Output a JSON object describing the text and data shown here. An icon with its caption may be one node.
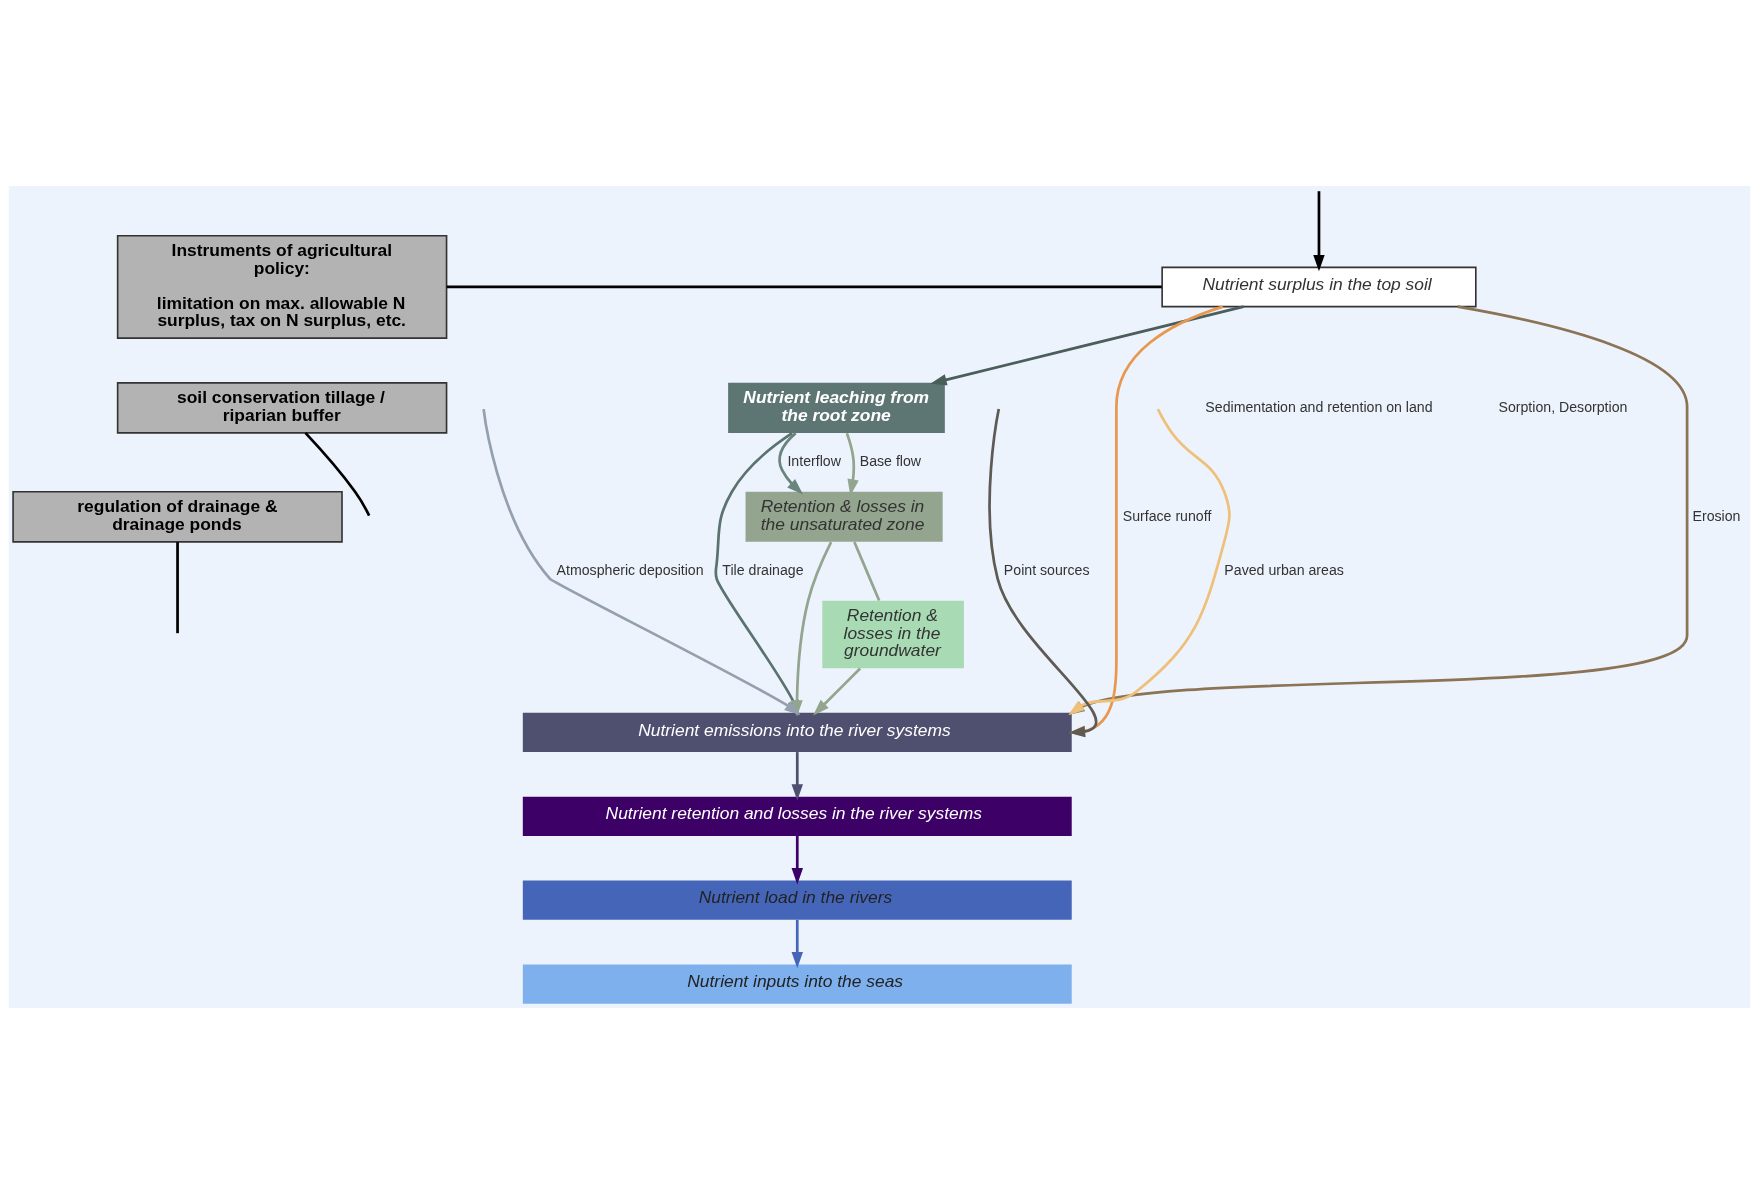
{
  "diagram": {
    "nodes": [
      {
        "text": [
          "Instruments of agricultural policy:",
          "limitation on max. allowable N surplus, tax on N surplus, etc."
        ]
      },
      {
        "text": [
          "soil conservation tillage / riparian buffer"
        ]
      },
      {
        "text": [
          "regulation of drainage & drainage ponds"
        ]
      },
      {
        "text": [
          "Nutrient surplus in the top soil"
        ]
      },
      {
        "text": [
          "Nutrient leaching from the root zone"
        ]
      },
      {
        "text": [
          "Retention & losses in the unsaturated zone"
        ]
      },
      {
        "text": [
          "Retention & losses in the groundwater"
        ]
      },
      {
        "text": [
          "Nutrient emissions into the river systems"
        ]
      },
      {
        "text": [
          "Nutrient retention and losses in the river systems"
        ]
      },
      {
        "text": [
          "Nutrient load in the rivers"
        ]
      },
      {
        "text": [
          "Nutrient inputs into the seas"
        ]
      }
    ],
    "edges": [
      {
        "from": null,
        "to": 3,
        "arrow": "to"
      },
      {
        "from": 3,
        "to": 7,
        "arrow": "to",
        "label": "Erosion",
        "color": "#8b7355"
      },
      {
        "from": 3,
        "to": 7,
        "arrow": "to",
        "label": "Surface runoff",
        "color": "#e8984e"
      },
      {
        "from": 3,
        "to": 4,
        "arrow": "to",
        "color": "#4a5e5a"
      },
      {
        "from": 4,
        "to": 5,
        "arrow": "to",
        "label": "Base flow",
        "color": "#93a48f"
      },
      {
        "from": 4,
        "to": 5,
        "arrow": "to",
        "label": "Interflow",
        "color": "#6a857d"
      },
      {
        "from": 5,
        "to": 6,
        "arrow": "none",
        "color": "#93a48f"
      },
      {
        "from": 6,
        "to": 7,
        "arrow": "to",
        "color": "#93a48f"
      },
      {
        "from": 5,
        "to": 7,
        "arrow": "to",
        "color": "#93a48f"
      },
      {
        "from": 4,
        "to": 7,
        "arrow": "to",
        "label": "Tile drainage",
        "color": "#5a736f"
      },
      {
        "from": null,
        "to": 7,
        "arrow": "to",
        "label": "Atmospheric deposition",
        "color": "#94a0ae"
      },
      {
        "from": null,
        "to": 7,
        "arrow": "to",
        "label": "Paved urban areas",
        "color": "#eec07a"
      },
      {
        "from": null,
        "to": 7,
        "arrow": "to",
        "label": "Point sources",
        "color": "#5e5a54"
      },
      {
        "from": 7,
        "to": 8,
        "arrow": "to",
        "color": "#4f4f6f"
      },
      {
        "from": 8,
        "to": 9,
        "arrow": "to",
        "color": "#3d0066"
      },
      {
        "from": 9,
        "to": 10,
        "arrow": "to",
        "color": "#4566b8"
      },
      {
        "from": 0,
        "to": 3,
        "arrow": "none"
      },
      {
        "from": 1,
        "to": null,
        "arrow": "none"
      },
      {
        "from": 2,
        "to": null,
        "arrow": "none"
      }
    ],
    "labels": [
      "Sedimentation and retention on land",
      "Sorption, Desorption"
    ]
  }
}
